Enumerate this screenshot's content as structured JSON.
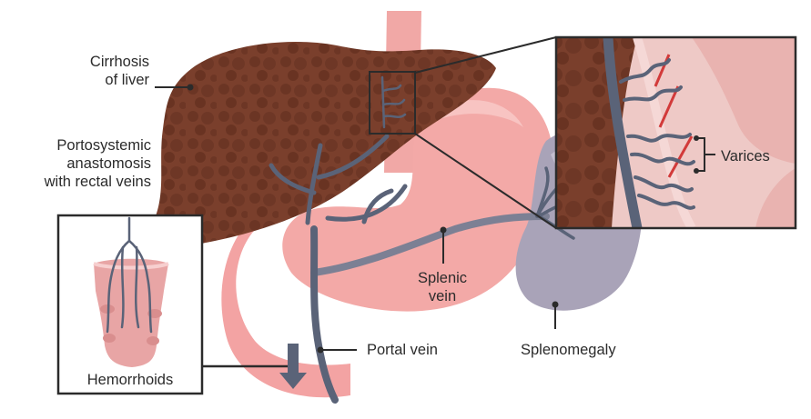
{
  "labels": {
    "cirrhosis_line1": "Cirrhosis",
    "cirrhosis_line2": "of liver",
    "portosystemic_line1": "Portosystemic",
    "portosystemic_line2": "anastomosis",
    "portosystemic_line3": "with rectal veins",
    "varices": "Varices",
    "splenic_line1": "Splenic",
    "splenic_line2": "vein",
    "portal_vein": "Portal vein",
    "splenomegaly": "Splenomegaly",
    "hemorrhoids": "Hemorrhoids"
  },
  "colors": {
    "liver": "#7a3f2c",
    "stomach": "#f0a3a3",
    "spleen": "#a9a3b8",
    "vein": "#5a6378",
    "leader": "#2b2b2b"
  }
}
